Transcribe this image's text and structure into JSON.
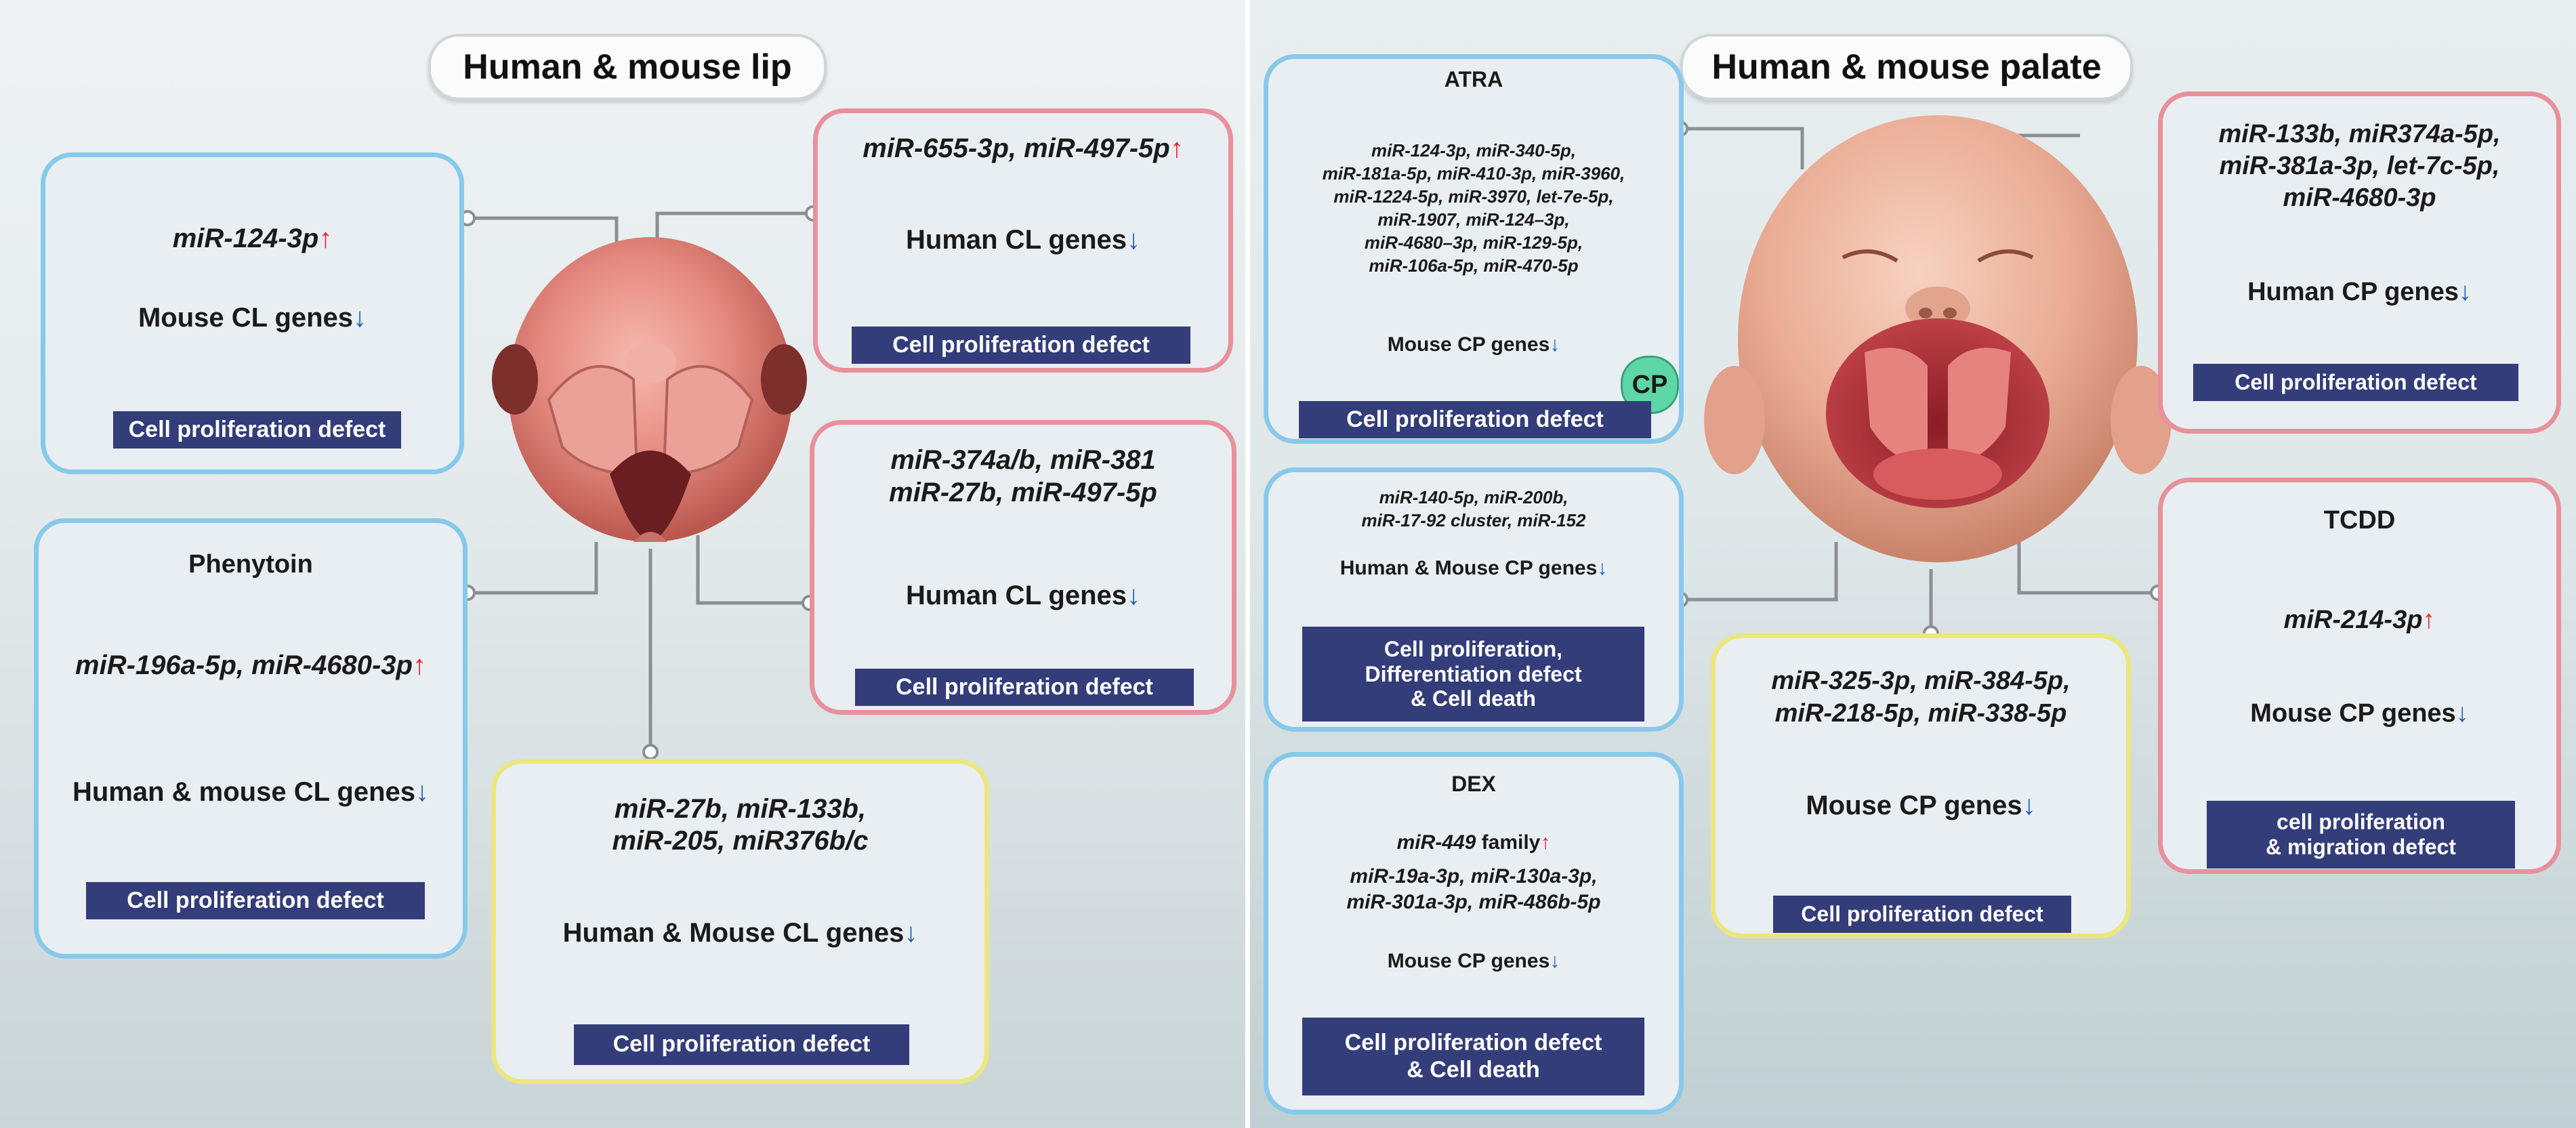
{
  "lip": {
    "title": "Human & mouse lip",
    "box1": {
      "mirs": "miR-124-3p",
      "genes": "Mouse CL genes",
      "outcome": "Cell proliferation defect"
    },
    "box2": {
      "mirs": "miR-655-3p, miR-497-5p",
      "genes": "Human CL genes",
      "outcome": "Cell proliferation defect"
    },
    "box3": {
      "inducer": "Phenytoin",
      "mirs": "miR-196a-5p, miR-4680-3p",
      "genes": "Human & mouse CL genes",
      "outcome": "Cell proliferation defect"
    },
    "box4": {
      "mirs_line1": "miR-374a/b, miR-381",
      "mirs_line2": "miR-27b, miR-497-5p",
      "genes": "Human CL genes",
      "outcome": "Cell proliferation defect"
    },
    "box5": {
      "mirs_line1": "miR-27b, miR-133b,",
      "mirs_line2": "miR-205, miR376b/c",
      "genes": "Human & Mouse CL genes",
      "outcome": "Cell proliferation defect"
    }
  },
  "palate": {
    "title": "Human & mouse palate",
    "box1": {
      "inducer": "ATRA",
      "mirs_lines": [
        "miR-124-3p, miR-340-5p,",
        "miR-181a-5p, miR-410-3p, miR-3960,",
        "miR-1224-5p, miR-3970, let-7e-5p,",
        "miR-1907, miR-124–3p,",
        "miR-4680–3p, miR-129-5p,",
        "miR-106a-5p, miR-470-5p"
      ],
      "genes": "Mouse CP genes",
      "badge": "CP",
      "outcome": "Cell proliferation defect"
    },
    "box2": {
      "mirs_line1": "miR-140-5p, miR-200b,",
      "mirs_line2": "miR-17-92 cluster, miR-152",
      "genes": "Human & Mouse CP genes",
      "outcome_lines": [
        "Cell proliferation,",
        "Differentiation defect",
        "& Cell death"
      ]
    },
    "box3": {
      "inducer": "DEX",
      "family_mir": "miR-449",
      "family_word": " family",
      "down_line1": "miR-19a-3p, miR-130a-3p,",
      "down_line2": "miR-301a-3p, miR-486b-5p",
      "genes": "Mouse CP genes",
      "outcome_lines": [
        "Cell proliferation defect",
        "& Cell death"
      ]
    },
    "box4": {
      "mirs_lines": [
        "miR-133b, miR374a-5p,",
        "miR-381a-3p, let-7c-5p,",
        "miR-4680-3p"
      ],
      "genes": "Human CP genes",
      "outcome": "Cell proliferation defect"
    },
    "box5": {
      "mirs_line1": "miR-325-3p, miR-384-5p,",
      "mirs_line2": "miR-218-5p, miR-338-5p",
      "genes": "Mouse CP genes",
      "outcome": "Cell proliferation defect"
    },
    "box6": {
      "inducer": "TCDD",
      "mirs": "miR-214-3p",
      "genes": "Mouse CP genes",
      "outcome_lines": [
        "cell proliferation",
        "& migration defect"
      ]
    }
  },
  "symbols": {
    "up_arrow": "↑",
    "down_arrow": "↓"
  },
  "colors": {
    "up": "#e3262b",
    "down": "#2060b8",
    "outcome_bar": "#333d7a",
    "border_blue": "#87c9ea",
    "border_pink": "#e8909c",
    "border_yellow": "#ece67f"
  }
}
